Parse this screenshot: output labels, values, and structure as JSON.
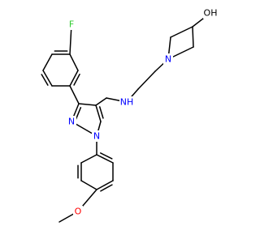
{
  "colors": {
    "background": "#ffffff",
    "bond": "#000000",
    "nitrogen": "#0000ff",
    "oxygen": "#ff0000",
    "fluorine": "#33cc33",
    "text": "#000000"
  },
  "labels": {
    "hydroxyl": "OH",
    "piperidine_nitrogen": "N",
    "amine_nitrogen": "NH",
    "pyrazole_n1": "N",
    "pyrazole_n2": "N",
    "fluorine": "F",
    "methoxy_oxygen": "O"
  }
}
